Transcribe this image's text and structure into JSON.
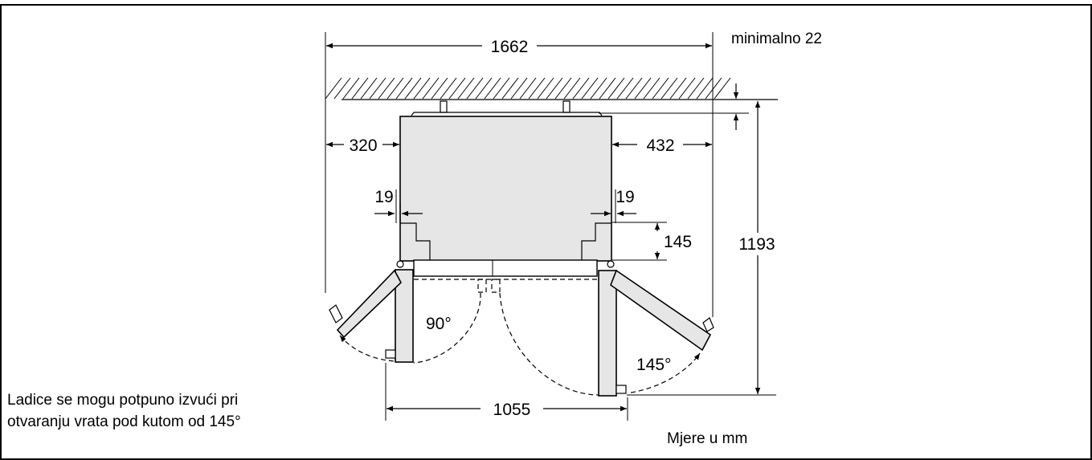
{
  "colors": {
    "line": "#000000",
    "appliance_fill": "#e6e6e6",
    "frame": "#000000"
  },
  "dimensions": {
    "total_width": "1662",
    "min_gap": "minimalno 22",
    "left_clearance": "320",
    "right_clearance": "432",
    "left_door_offset": "19",
    "right_door_offset": "19",
    "depth_step": "145",
    "total_depth": "1193",
    "open_width": "1055"
  },
  "angles": {
    "left_door": "90°",
    "right_door": "145°"
  },
  "notes": {
    "drawer_line1": "Ladice se mogu potpuno izvući pri",
    "drawer_line2": "otvaranju vrata pod kutom od 145°",
    "units": "Mjere u mm"
  }
}
